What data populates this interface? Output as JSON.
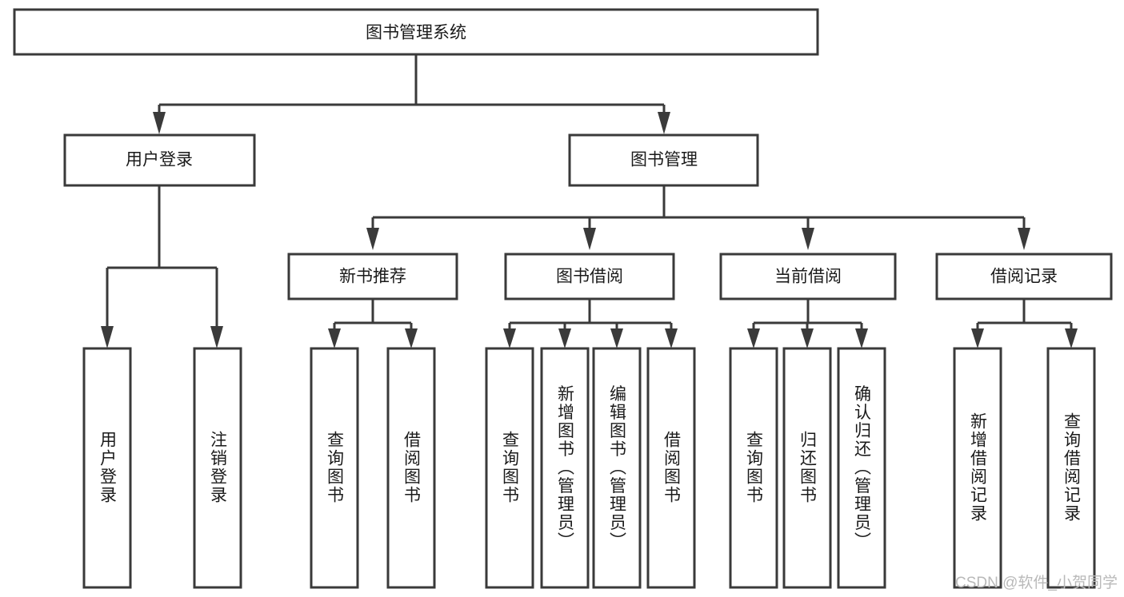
{
  "diagram": {
    "title": "图书管理系统",
    "type": "hierarchy-tree",
    "watermark": "CSDN @软件_小贺同学",
    "root": {
      "id": "root",
      "label": "图书管理系统"
    },
    "level2": [
      {
        "id": "user-login",
        "label": "用户登录"
      },
      {
        "id": "book-management",
        "label": "图书管理"
      }
    ],
    "level3": [
      {
        "id": "new-book-recommend",
        "label": "新书推荐",
        "parent": "book-management"
      },
      {
        "id": "book-borrow",
        "label": "图书借阅",
        "parent": "book-management"
      },
      {
        "id": "current-borrow",
        "label": "当前借阅",
        "parent": "book-management"
      },
      {
        "id": "borrow-record",
        "label": "借阅记录",
        "parent": "book-management"
      }
    ],
    "leaves": {
      "user-login": [
        {
          "id": "leaf-user-login",
          "label": "用户登录"
        },
        {
          "id": "leaf-user-logout",
          "label": "注销登录"
        }
      ],
      "new-book-recommend": [
        {
          "id": "leaf-query-book-1",
          "label": "查询图书"
        },
        {
          "id": "leaf-borrow-book-1",
          "label": "借阅图书"
        }
      ],
      "book-borrow": [
        {
          "id": "leaf-query-book-2",
          "label": "查询图书"
        },
        {
          "id": "leaf-add-book",
          "label": "新增图书（管理员）"
        },
        {
          "id": "leaf-edit-book",
          "label": "编辑图书（管理员）"
        },
        {
          "id": "leaf-borrow-book-2",
          "label": "借阅图书"
        }
      ],
      "current-borrow": [
        {
          "id": "leaf-query-book-3",
          "label": "查询图书"
        },
        {
          "id": "leaf-return-book",
          "label": "归还图书"
        },
        {
          "id": "leaf-confirm-return",
          "label": "确认归还（管理员）"
        }
      ],
      "borrow-record": [
        {
          "id": "leaf-add-record",
          "label": "新增借阅记录"
        },
        {
          "id": "leaf-query-record",
          "label": "查询借阅记录"
        }
      ]
    },
    "colors": {
      "stroke": "#3a3a3a",
      "fill": "#ffffff",
      "text": "#1a1a1a",
      "watermark": "#b9b9b9"
    }
  }
}
